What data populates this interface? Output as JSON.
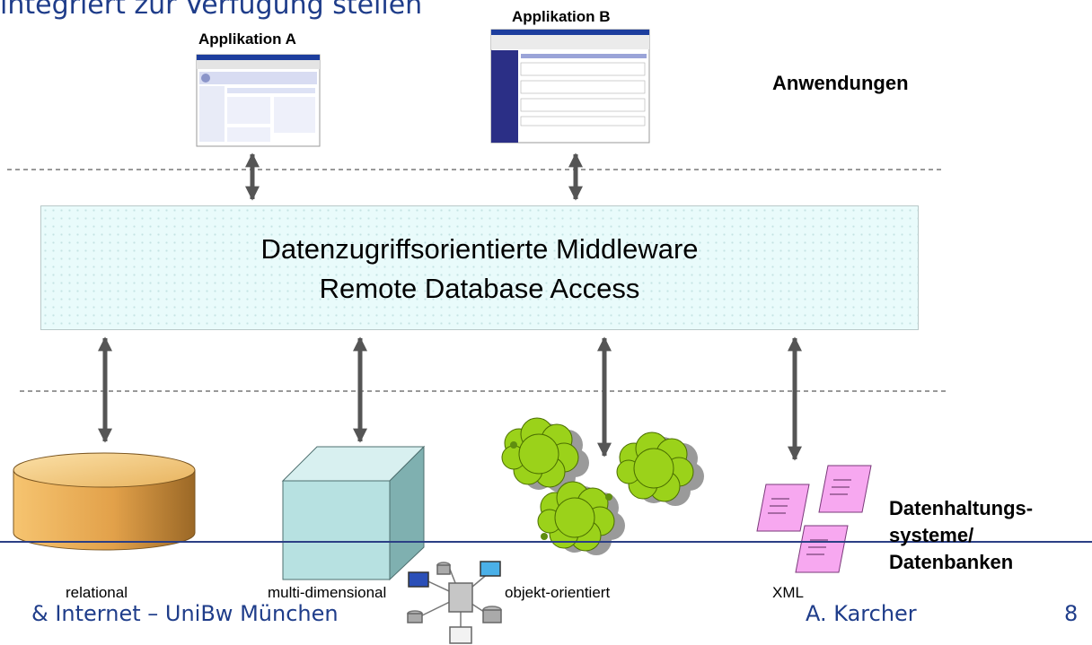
{
  "slide": {
    "title": "integriert zur Verfügung stellen",
    "footer_left": "& Internet – UniBw München",
    "footer_author": "A. Karcher",
    "page_number": "8"
  },
  "applications": {
    "app_a_label": "Applikation A",
    "app_b_label": "Applikation B",
    "layer_label": "Anwendungen"
  },
  "middleware": {
    "line1": "Datenzugriffsorientierte Middleware",
    "line2": "Remote Database Access"
  },
  "data_systems": {
    "relational": "relational",
    "multidimensional": "multi-dimensional",
    "object_oriented": "objekt-orientiert",
    "xml": "XML",
    "layer_line1": "Datenhaltungs-",
    "layer_line2": "systeme/",
    "layer_line3": "Datenbanken"
  },
  "colors": {
    "title_blue": "#1f3d8a",
    "arrow_gray": "#555555",
    "middleware_fill": "#e9fbfb",
    "cylinder_orange": "#e5a64a",
    "cube_teal": "#b7e1e1",
    "cloud_green": "#9bd21a",
    "xml_pink": "#f7a8f0"
  }
}
